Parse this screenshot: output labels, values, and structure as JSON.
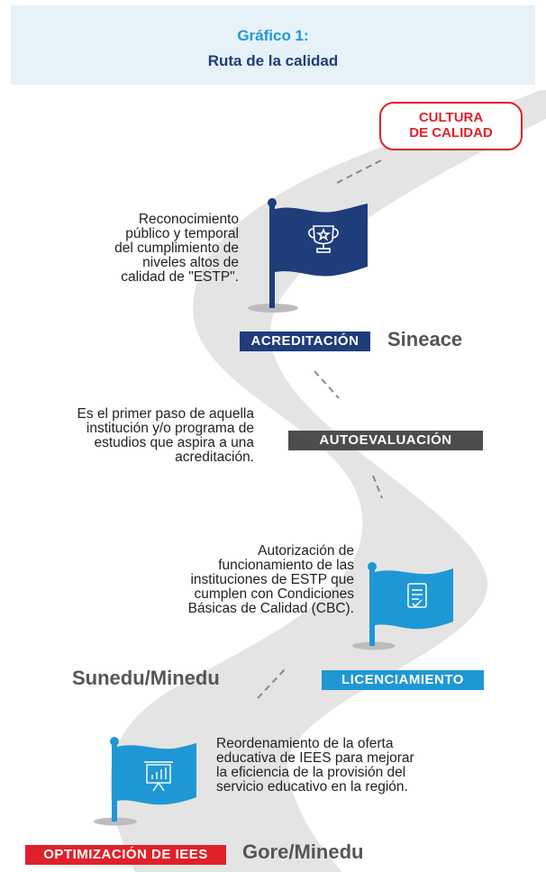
{
  "header": {
    "line1": "Gráfico 1:",
    "line2": "Ruta de la calidad"
  },
  "goal": {
    "line1": "CULTURA",
    "line2": "DE CALIDAD"
  },
  "steps": [
    {
      "label": "ACREDITACIÓN",
      "agency": "Sineace",
      "description_lines": [
        "Reconocimiento",
        "público y temporal",
        "del cumplimiento de",
        "niveles altos de",
        "calidad de \"ESTP\"."
      ],
      "icon": "trophy-icon"
    },
    {
      "label": "AUTOEVALUACIÓN",
      "description_lines": [
        "Es el primer paso de aquella",
        "institución y/o programa de",
        "estudios que aspira a una",
        "acreditación."
      ]
    },
    {
      "label": "LICENCIAMIENTO",
      "agency": "Sunedu/Minedu",
      "description_lines": [
        "Autorización de",
        "funcionamiento de las",
        "instituciones de ESTP que",
        "cumplen con Condiciones",
        "Básicas de Calidad (CBC)."
      ],
      "icon": "checklist-icon"
    },
    {
      "label": "OPTIMIZACIÓN DE IEES",
      "agency": "Gore/Minedu",
      "description_lines": [
        "Reordenamiento de la oferta",
        "educativa de IEES para mejorar",
        "la eficiencia de la provisión del",
        "servicio educativo en la región."
      ],
      "icon": "presentation-chart-icon"
    }
  ],
  "colors": {
    "header_bg": "#e6f1f8",
    "header_title": "#1f97d5",
    "header_subtitle": "#1e3d7a",
    "road": "#e4e4e4",
    "navy": "#1e3d7a",
    "blue": "#1f97d5",
    "red": "#e0212c",
    "gray": "#4d4d4d"
  }
}
